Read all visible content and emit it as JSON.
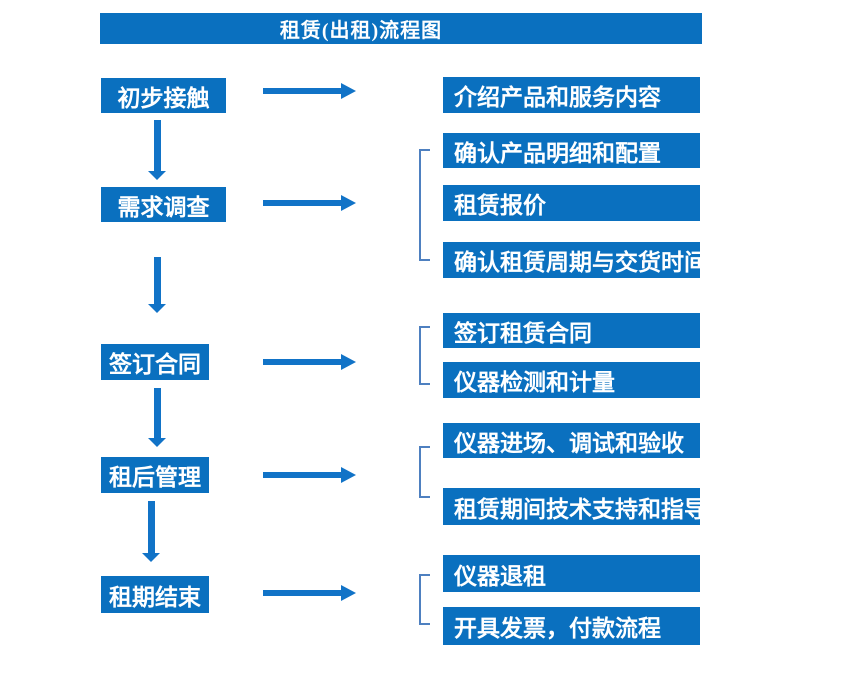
{
  "title": "租赁(出租)流程图",
  "colors": {
    "box_blue": "#0a70bf",
    "arrow_blue": "#1173c7",
    "bracket_blue": "#4e80c0",
    "text_white": "#ffffff",
    "background": "#ffffff"
  },
  "flow": {
    "steps": [
      {
        "label": "初步接触",
        "details": [
          "介绍产品和服务内容"
        ]
      },
      {
        "label": "需求调查",
        "details": [
          "确认产品明细和配置",
          "租赁报价",
          "确认租赁周期与交货时间"
        ]
      },
      {
        "label": "签订合同",
        "details": [
          "签订租赁合同",
          "仪器检测和计量"
        ]
      },
      {
        "label": "租后管理",
        "details": [
          "仪器进场、调试和验收",
          "租赁期间技术支持和指导"
        ]
      },
      {
        "label": "租期结束",
        "details": [
          "仪器退租",
          "开具发票，付款流程"
        ]
      }
    ]
  }
}
